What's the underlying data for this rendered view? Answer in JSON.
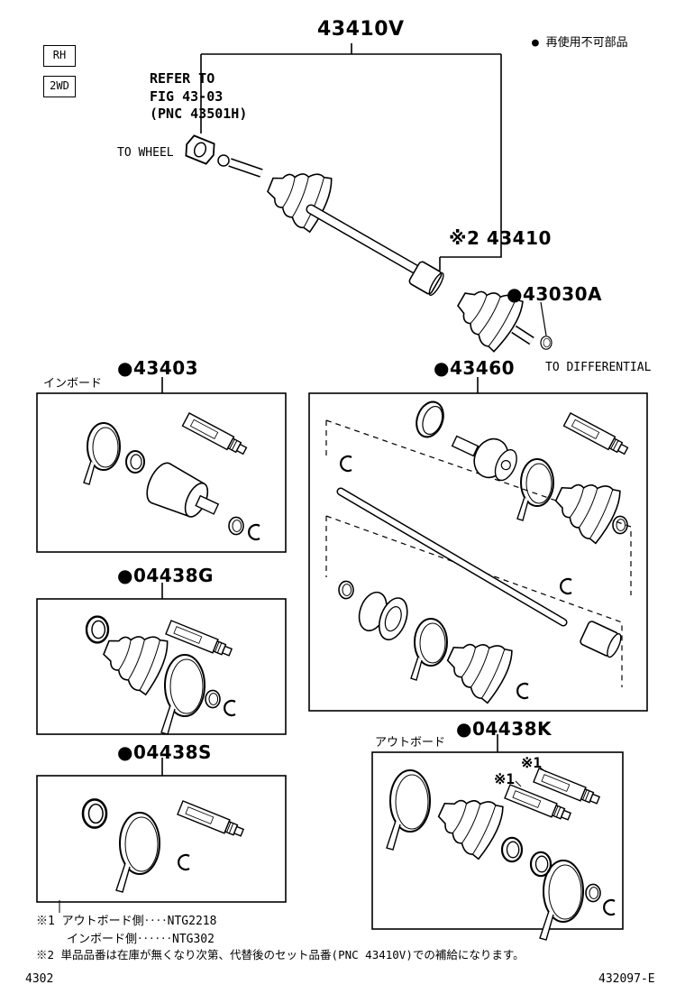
{
  "header": {
    "assembly_number": "43410V",
    "legend": "● 再使用不可部品"
  },
  "tags": {
    "side": "RH",
    "drive": "2WD"
  },
  "callouts": {
    "refer_line1": "REFER TO",
    "refer_line2": "FIG 43-03",
    "refer_line3": "(PNC 43501H)",
    "to_wheel": "TO WHEEL",
    "to_differential": "TO DIFFERENTIAL",
    "shaft_part": "※2 43410",
    "ring_part": "●43030A"
  },
  "kits": [
    {
      "id": "43403",
      "label": "●43403",
      "side": "インボード"
    },
    {
      "id": "43460",
      "label": "●43460",
      "side": ""
    },
    {
      "id": "04438G",
      "label": "●04438G",
      "side": ""
    },
    {
      "id": "04438K",
      "label": "●04438K",
      "side": "アウトボード"
    },
    {
      "id": "04438S",
      "label": "●04438S",
      "side": ""
    }
  ],
  "grease_marks": {
    "mark1": "※1",
    "mark2": "※1"
  },
  "footnotes": {
    "note1_line1": "※1 アウトボード側‥‥NTG2218",
    "note1_line2": "インボード側‥‥‥NTG302",
    "note2": "※2 単品品番は在庫が無くなり次第、代替後のセット品番(PNC 43410V)での補給になります。"
  },
  "footer": {
    "left": "4302",
    "right": "432097-E"
  }
}
